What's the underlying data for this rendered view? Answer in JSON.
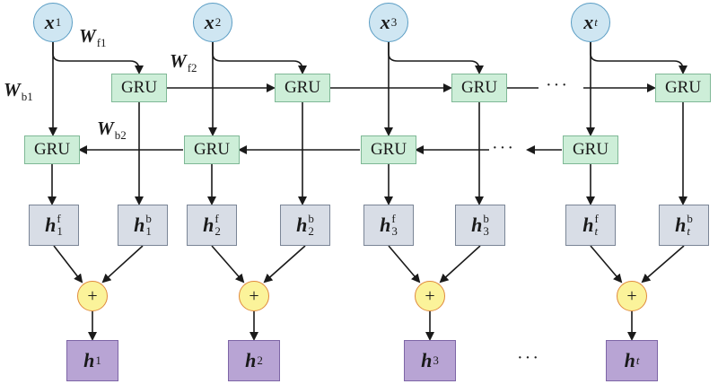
{
  "inputs": [
    {
      "base": "x",
      "sub": "1"
    },
    {
      "base": "x",
      "sub": "2"
    },
    {
      "base": "x",
      "sub": "3"
    },
    {
      "base": "x",
      "sub": "t"
    }
  ],
  "gru_label": "GRU",
  "hidden_forward": [
    {
      "base": "h",
      "sub": "1",
      "sup": "f"
    },
    {
      "base": "h",
      "sub": "2",
      "sup": "f"
    },
    {
      "base": "h",
      "sub": "3",
      "sup": "f"
    },
    {
      "base": "h",
      "sub": "t",
      "sup": "f"
    }
  ],
  "hidden_backward": [
    {
      "base": "h",
      "sub": "1",
      "sup": "b"
    },
    {
      "base": "h",
      "sub": "2",
      "sup": "b"
    },
    {
      "base": "h",
      "sub": "3",
      "sup": "b"
    },
    {
      "base": "h",
      "sub": "t",
      "sup": "b"
    }
  ],
  "outputs": [
    {
      "base": "h",
      "sub": "1"
    },
    {
      "base": "h",
      "sub": "2"
    },
    {
      "base": "h",
      "sub": "3"
    },
    {
      "base": "h",
      "sub": "t"
    }
  ],
  "plus_symbol": "+",
  "weights": {
    "wf1": {
      "base": "W",
      "sub": "f1"
    },
    "wf2": {
      "base": "W",
      "sub": "f2"
    },
    "wb1": {
      "base": "W",
      "sub": "b1"
    },
    "wb2": {
      "base": "W",
      "sub": "b2"
    }
  },
  "ellipsis": "···",
  "colors": {
    "input_fill": "#cfe6f2",
    "gru_fill": "#cdeed8",
    "hidden_fill": "#d8dde6",
    "output_fill": "#b8a4d4",
    "plus_fill": "#fbf39a",
    "plus_border": "#e08a3c"
  }
}
